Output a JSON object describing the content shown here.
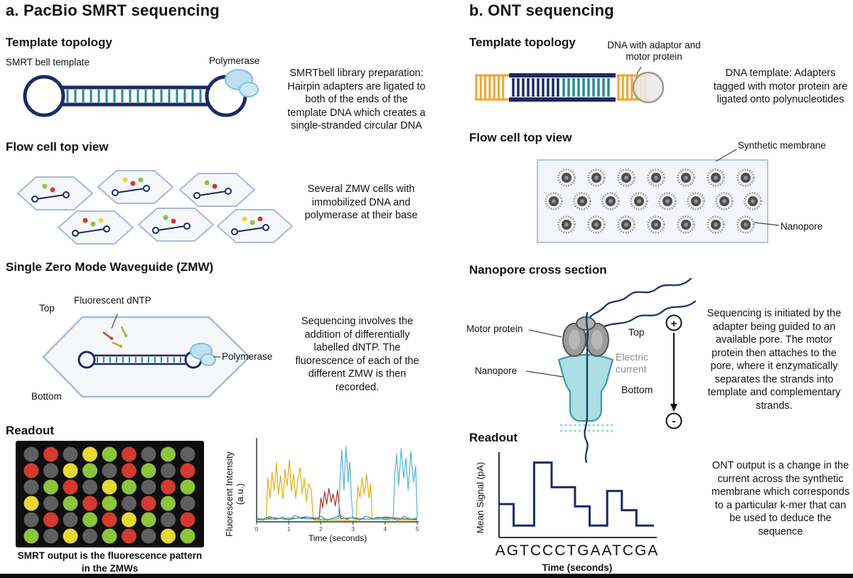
{
  "colors": {
    "navy": "#1b2a63",
    "teal": "#2a8a96",
    "orange": "#f0a52c",
    "polymerase_blue": "#bcdff1",
    "hex_border": "#a9b8dd",
    "red": "#d23b2f",
    "green": "#8cc43c",
    "yellow": "#e8d832",
    "gray": "#9a9a9a"
  },
  "panel_a": {
    "title": "a. PacBio SMRT sequencing",
    "sections": {
      "template_topology": {
        "heading": "Template topology",
        "label_template": "SMRT bell template",
        "label_polymerase": "Polymerase",
        "description": "SMRTbell library preparation: Hairpin adapters are ligated to both of the ends of the template DNA which creates a single-stranded circular DNA"
      },
      "flow_cell": {
        "heading": "Flow cell top view",
        "description": "Several ZMW cells with immobilized DNA and polymerase at their base",
        "cell_dots": [
          [
            "G",
            "R"
          ],
          [
            "Y",
            "R",
            "G"
          ],
          [
            "G",
            "R"
          ],
          [
            "R",
            "G",
            "Y"
          ],
          [
            "G",
            "R"
          ],
          [
            "Y",
            "G",
            "R"
          ]
        ]
      },
      "zmw": {
        "heading": "Single Zero Mode Waveguide (ZMW)",
        "label_top": "Top",
        "label_bottom": "Bottom",
        "label_dntp": "Fluorescent dNTP",
        "label_polymerase": "Polymerase",
        "description": "Sequencing involves the addition of differentially labelled dNTP. The fluorescence of each of the different ZMW is then recorded."
      },
      "readout": {
        "heading": "Readout",
        "caption": "SMRT output is the fluorescence pattern in the ZMWs"
      }
    }
  },
  "panel_b": {
    "title": "b. ONT sequencing",
    "sections": {
      "template_topology": {
        "heading": "Template topology",
        "label_dna": "DNA with adaptor and motor protein",
        "description": "DNA template: Adapters tagged with motor protein are ligated onto polynucleotides"
      },
      "flow_cell": {
        "heading": "Flow cell top view",
        "label_membrane": "Synthetic membrane",
        "label_nanopore": "Nanopore"
      },
      "cross_section": {
        "heading": "Nanopore cross section",
        "label_motor": "Motor protein",
        "label_nanopore": "Nanopore",
        "label_top": "Top",
        "label_current": "Electric current",
        "label_bottom": "Bottom",
        "label_plus": "+",
        "label_minus": "-",
        "description": "Sequencing is initiated by the adapter being guided to an available pore. The motor protein then attaches to the pore, where it enzymatically separates the strands into template and complementary strands."
      },
      "readout": {
        "heading": "Readout",
        "sequence": "AGTCCCTGAATCGA",
        "description": "ONT output is a change in the current across the synthetic membrane which corresponds to a particular k-mer that can be used to deduce the sequence"
      }
    }
  },
  "readout_matrix": {
    "colors": {
      "D": "#5f5f5f",
      "R": "#d23b2f",
      "Y": "#e8d832",
      "G": "#8cc43c"
    },
    "rows": [
      "DRDYGRDGD",
      "RDYGDRGDR",
      "DGRDYGDRG",
      "YDGRGDRGD",
      "DRDGRYGDR",
      "GDYDGRDYG"
    ]
  },
  "chart_data": [
    {
      "type": "line",
      "title": "",
      "xlabel": "Time (seconds)",
      "ylabel": "Fluorescent Intensity (a.u.)",
      "xlim": [
        0,
        5
      ],
      "ylim": [
        0,
        1
      ],
      "xticks": [
        0,
        1,
        2,
        3,
        4,
        5
      ],
      "grid": false,
      "legend": "none",
      "series": [
        {
          "name": "yellow-trace",
          "color": "#e3b422",
          "x": [
            0,
            0.3,
            0.35,
            0.42,
            0.48,
            0.55,
            0.62,
            0.68,
            0.75,
            0.82,
            0.88,
            0.95,
            1.02,
            1.08,
            1.15,
            1.22,
            1.28,
            1.35,
            1.42,
            1.48,
            1.55,
            1.62,
            1.7,
            1.76,
            1.8,
            3.1,
            3.15,
            3.22,
            3.28,
            3.35,
            3.42,
            3.5,
            3.55,
            3.6,
            5.0
          ],
          "y": [
            0.02,
            0.03,
            0.55,
            0.3,
            0.62,
            0.4,
            0.75,
            0.35,
            0.58,
            0.28,
            0.66,
            0.45,
            0.78,
            0.38,
            0.6,
            0.3,
            0.52,
            0.68,
            0.35,
            0.55,
            0.25,
            0.48,
            0.4,
            0.05,
            0.02,
            0.02,
            0.45,
            0.3,
            0.55,
            0.35,
            0.6,
            0.3,
            0.48,
            0.03,
            0.02
          ]
        },
        {
          "name": "red-trace",
          "color": "#b03a30",
          "x": [
            0,
            0.5,
            1.0,
            1.5,
            1.95,
            2.0,
            2.06,
            2.12,
            2.18,
            2.25,
            2.32,
            2.38,
            2.45,
            2.52,
            2.58,
            2.62,
            3.0,
            3.5,
            4.0,
            4.5,
            5.0
          ],
          "y": [
            0.03,
            0.05,
            0.03,
            0.06,
            0.04,
            0.3,
            0.18,
            0.38,
            0.22,
            0.42,
            0.25,
            0.35,
            0.2,
            0.4,
            0.15,
            0.04,
            0.05,
            0.03,
            0.06,
            0.04,
            0.03
          ]
        },
        {
          "name": "cyan-trace",
          "color": "#5bb8d4",
          "x": [
            0,
            0.5,
            1.0,
            1.5,
            2.0,
            2.55,
            2.6,
            2.65,
            2.72,
            2.78,
            2.85,
            2.9,
            2.95,
            3.0,
            3.5,
            4.0,
            4.25,
            4.3,
            4.36,
            4.42,
            4.5,
            4.58,
            4.65,
            4.72,
            4.8,
            4.88,
            4.95,
            5.0
          ],
          "y": [
            0.04,
            0.03,
            0.05,
            0.04,
            0.03,
            0.04,
            0.55,
            0.9,
            0.4,
            0.95,
            0.5,
            0.75,
            0.3,
            0.04,
            0.03,
            0.05,
            0.04,
            0.6,
            0.85,
            0.45,
            0.92,
            0.55,
            0.8,
            0.4,
            0.88,
            0.5,
            0.7,
            0.05
          ]
        },
        {
          "name": "teal-baseline-trace",
          "color": "#2aa79b",
          "x": [
            0,
            0.2,
            0.4,
            0.6,
            0.8,
            1.0,
            1.2,
            1.4,
            1.6,
            1.8,
            2.0,
            2.2,
            2.4,
            2.6,
            2.8,
            3.0,
            3.2,
            3.4,
            3.6,
            3.8,
            4.0,
            4.2,
            4.4,
            4.6,
            4.8,
            5.0
          ],
          "y": [
            0.05,
            0.02,
            0.07,
            0.03,
            0.06,
            0.02,
            0.08,
            0.04,
            0.06,
            0.03,
            0.07,
            0.02,
            0.05,
            0.08,
            0.03,
            0.06,
            0.02,
            0.07,
            0.04,
            0.06,
            0.03,
            0.05,
            0.02,
            0.07,
            0.03,
            0.05
          ]
        }
      ]
    },
    {
      "type": "line",
      "subtype": "step",
      "title": "",
      "xlabel": "Time (seconds)",
      "ylabel": "Mean Signal (pA)",
      "x_annotation": "AGTCCCTGAATCGA",
      "grid": false,
      "steps": [
        {
          "w": 0.5,
          "v": 0.38
        },
        {
          "w": 0.7,
          "v": 0.1
        },
        {
          "w": 0.6,
          "v": 0.92
        },
        {
          "w": 0.8,
          "v": 0.6
        },
        {
          "w": 0.5,
          "v": 0.35
        },
        {
          "w": 0.6,
          "v": 0.1
        },
        {
          "w": 0.5,
          "v": 0.55
        },
        {
          "w": 0.5,
          "v": 0.3
        },
        {
          "w": 0.6,
          "v": 0.1
        }
      ]
    }
  ]
}
